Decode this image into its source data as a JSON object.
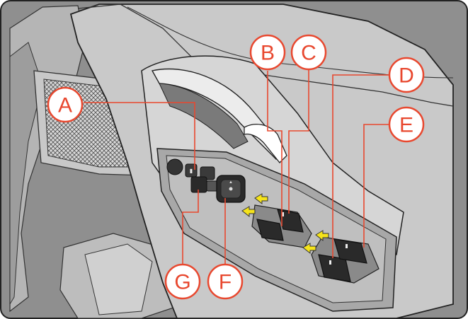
{
  "callouts": [
    {
      "id": "A",
      "label": "A"
    },
    {
      "id": "B",
      "label": "B"
    },
    {
      "id": "C",
      "label": "C"
    },
    {
      "id": "D",
      "label": "D"
    },
    {
      "id": "E",
      "label": "E"
    },
    {
      "id": "F",
      "label": "F"
    },
    {
      "id": "G",
      "label": "G"
    }
  ],
  "colors": {
    "callout": "#e8482f",
    "arrow": "#f5e31a",
    "panel": "#c9c9c9",
    "background": "#8f8f8f"
  },
  "icons": [
    "power-window-switch-icon",
    "window-lock-icon",
    "mirror-control-icon",
    "door-handle-icon"
  ]
}
